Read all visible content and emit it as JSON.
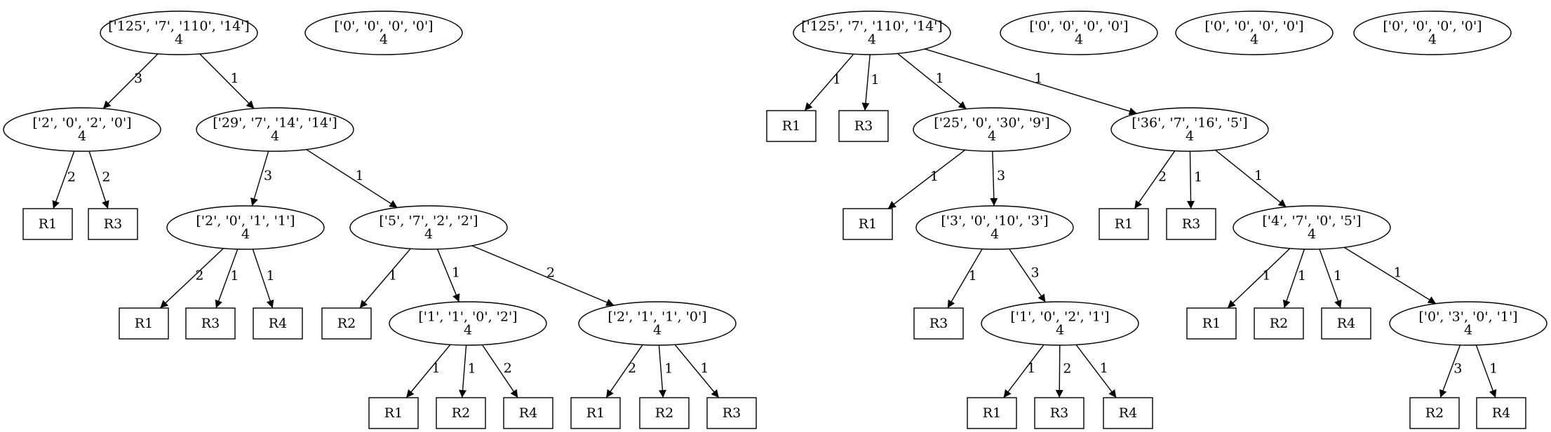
{
  "graph": {
    "nodes": [
      {
        "id": "a1",
        "shape": "ellipse",
        "lines": [
          "['125', '7', '110', '14']",
          "4"
        ]
      },
      {
        "id": "a2",
        "shape": "ellipse",
        "lines": [
          "['0', '0', '0', '0']",
          "4"
        ]
      },
      {
        "id": "a3",
        "shape": "ellipse",
        "lines": [
          "['2', '0', '2', '0']",
          "4"
        ]
      },
      {
        "id": "a4",
        "shape": "ellipse",
        "lines": [
          "['29', '7', '14', '14']",
          "4"
        ]
      },
      {
        "id": "a5",
        "shape": "box",
        "lines": [
          "R1"
        ]
      },
      {
        "id": "a6",
        "shape": "box",
        "lines": [
          "R3"
        ]
      },
      {
        "id": "a7",
        "shape": "ellipse",
        "lines": [
          "['2', '0', '1', '1']",
          "4"
        ]
      },
      {
        "id": "a8",
        "shape": "ellipse",
        "lines": [
          "['5', '7', '2', '2']",
          "4"
        ]
      },
      {
        "id": "a9",
        "shape": "box",
        "lines": [
          "R1"
        ]
      },
      {
        "id": "a10",
        "shape": "box",
        "lines": [
          "R3"
        ]
      },
      {
        "id": "a11",
        "shape": "box",
        "lines": [
          "R4"
        ]
      },
      {
        "id": "a12",
        "shape": "box",
        "lines": [
          "R2"
        ]
      },
      {
        "id": "a13",
        "shape": "ellipse",
        "lines": [
          "['1', '1', '0', '2']",
          "4"
        ]
      },
      {
        "id": "a14",
        "shape": "ellipse",
        "lines": [
          "['2', '1', '1', '0']",
          "4"
        ]
      },
      {
        "id": "a15",
        "shape": "box",
        "lines": [
          "R1"
        ]
      },
      {
        "id": "a16",
        "shape": "box",
        "lines": [
          "R2"
        ]
      },
      {
        "id": "a17",
        "shape": "box",
        "lines": [
          "R4"
        ]
      },
      {
        "id": "a18",
        "shape": "box",
        "lines": [
          "R1"
        ]
      },
      {
        "id": "a19",
        "shape": "box",
        "lines": [
          "R2"
        ]
      },
      {
        "id": "a20",
        "shape": "box",
        "lines": [
          "R3"
        ]
      },
      {
        "id": "b1",
        "shape": "ellipse",
        "lines": [
          "['125', '7', '110', '14']",
          "4"
        ]
      },
      {
        "id": "b2",
        "shape": "ellipse",
        "lines": [
          "['0', '0', '0', '0']",
          "4"
        ]
      },
      {
        "id": "b3",
        "shape": "ellipse",
        "lines": [
          "['0', '0', '0', '0']",
          "4"
        ]
      },
      {
        "id": "b4",
        "shape": "ellipse",
        "lines": [
          "['0', '0', '0', '0']",
          "4"
        ]
      },
      {
        "id": "b5",
        "shape": "box",
        "lines": [
          "R1"
        ]
      },
      {
        "id": "b6",
        "shape": "box",
        "lines": [
          "R3"
        ]
      },
      {
        "id": "b7",
        "shape": "ellipse",
        "lines": [
          "['25', '0', '30', '9']",
          "4"
        ]
      },
      {
        "id": "b8",
        "shape": "ellipse",
        "lines": [
          "['36', '7', '16', '5']",
          "4"
        ]
      },
      {
        "id": "b9",
        "shape": "box",
        "lines": [
          "R1"
        ]
      },
      {
        "id": "b10",
        "shape": "ellipse",
        "lines": [
          "['3', '0', '10', '3']",
          "4"
        ]
      },
      {
        "id": "b11",
        "shape": "box",
        "lines": [
          "R1"
        ]
      },
      {
        "id": "b12",
        "shape": "box",
        "lines": [
          "R3"
        ]
      },
      {
        "id": "b13",
        "shape": "ellipse",
        "lines": [
          "['4', '7', '0', '5']",
          "4"
        ]
      },
      {
        "id": "b14",
        "shape": "box",
        "lines": [
          "R3"
        ]
      },
      {
        "id": "b15",
        "shape": "ellipse",
        "lines": [
          "['1', '0', '2', '1']",
          "4"
        ]
      },
      {
        "id": "b16",
        "shape": "box",
        "lines": [
          "R1"
        ]
      },
      {
        "id": "b17",
        "shape": "box",
        "lines": [
          "R2"
        ]
      },
      {
        "id": "b18",
        "shape": "box",
        "lines": [
          "R4"
        ]
      },
      {
        "id": "b19",
        "shape": "ellipse",
        "lines": [
          "['0', '3', '0', '1']",
          "4"
        ]
      },
      {
        "id": "b20",
        "shape": "box",
        "lines": [
          "R1"
        ]
      },
      {
        "id": "b21",
        "shape": "box",
        "lines": [
          "R3"
        ]
      },
      {
        "id": "b22",
        "shape": "box",
        "lines": [
          "R4"
        ]
      },
      {
        "id": "b23",
        "shape": "box",
        "lines": [
          "R2"
        ]
      },
      {
        "id": "b24",
        "shape": "box",
        "lines": [
          "R4"
        ]
      }
    ],
    "edges": [
      {
        "from": "a1",
        "to": "a3",
        "label": "3"
      },
      {
        "from": "a1",
        "to": "a4",
        "label": "1"
      },
      {
        "from": "a3",
        "to": "a5",
        "label": "2"
      },
      {
        "from": "a3",
        "to": "a6",
        "label": "2"
      },
      {
        "from": "a4",
        "to": "a7",
        "label": "3"
      },
      {
        "from": "a4",
        "to": "a8",
        "label": "1"
      },
      {
        "from": "a7",
        "to": "a9",
        "label": "2"
      },
      {
        "from": "a7",
        "to": "a10",
        "label": "1"
      },
      {
        "from": "a7",
        "to": "a11",
        "label": "1"
      },
      {
        "from": "a8",
        "to": "a12",
        "label": "1"
      },
      {
        "from": "a8",
        "to": "a13",
        "label": "1"
      },
      {
        "from": "a8",
        "to": "a14",
        "label": "2"
      },
      {
        "from": "a13",
        "to": "a15",
        "label": "1"
      },
      {
        "from": "a13",
        "to": "a16",
        "label": "1"
      },
      {
        "from": "a13",
        "to": "a17",
        "label": "2"
      },
      {
        "from": "a14",
        "to": "a18",
        "label": "2"
      },
      {
        "from": "a14",
        "to": "a19",
        "label": "1"
      },
      {
        "from": "a14",
        "to": "a20",
        "label": "1"
      },
      {
        "from": "b1",
        "to": "b5",
        "label": "1"
      },
      {
        "from": "b1",
        "to": "b6",
        "label": "1"
      },
      {
        "from": "b1",
        "to": "b7",
        "label": "1"
      },
      {
        "from": "b1",
        "to": "b8",
        "label": "1"
      },
      {
        "from": "b7",
        "to": "b9",
        "label": "1"
      },
      {
        "from": "b7",
        "to": "b10",
        "label": "3"
      },
      {
        "from": "b8",
        "to": "b11",
        "label": "2"
      },
      {
        "from": "b8",
        "to": "b12",
        "label": "1"
      },
      {
        "from": "b8",
        "to": "b13",
        "label": "1"
      },
      {
        "from": "b10",
        "to": "b14",
        "label": "1"
      },
      {
        "from": "b10",
        "to": "b15",
        "label": "3"
      },
      {
        "from": "b13",
        "to": "b16",
        "label": "1"
      },
      {
        "from": "b13",
        "to": "b17",
        "label": "1"
      },
      {
        "from": "b13",
        "to": "b18",
        "label": "1"
      },
      {
        "from": "b13",
        "to": "b19",
        "label": "1"
      },
      {
        "from": "b15",
        "to": "b20",
        "label": "1"
      },
      {
        "from": "b15",
        "to": "b21",
        "label": "2"
      },
      {
        "from": "b15",
        "to": "b22",
        "label": "1"
      },
      {
        "from": "b19",
        "to": "b23",
        "label": "3"
      },
      {
        "from": "b19",
        "to": "b24",
        "label": "1"
      }
    ]
  }
}
